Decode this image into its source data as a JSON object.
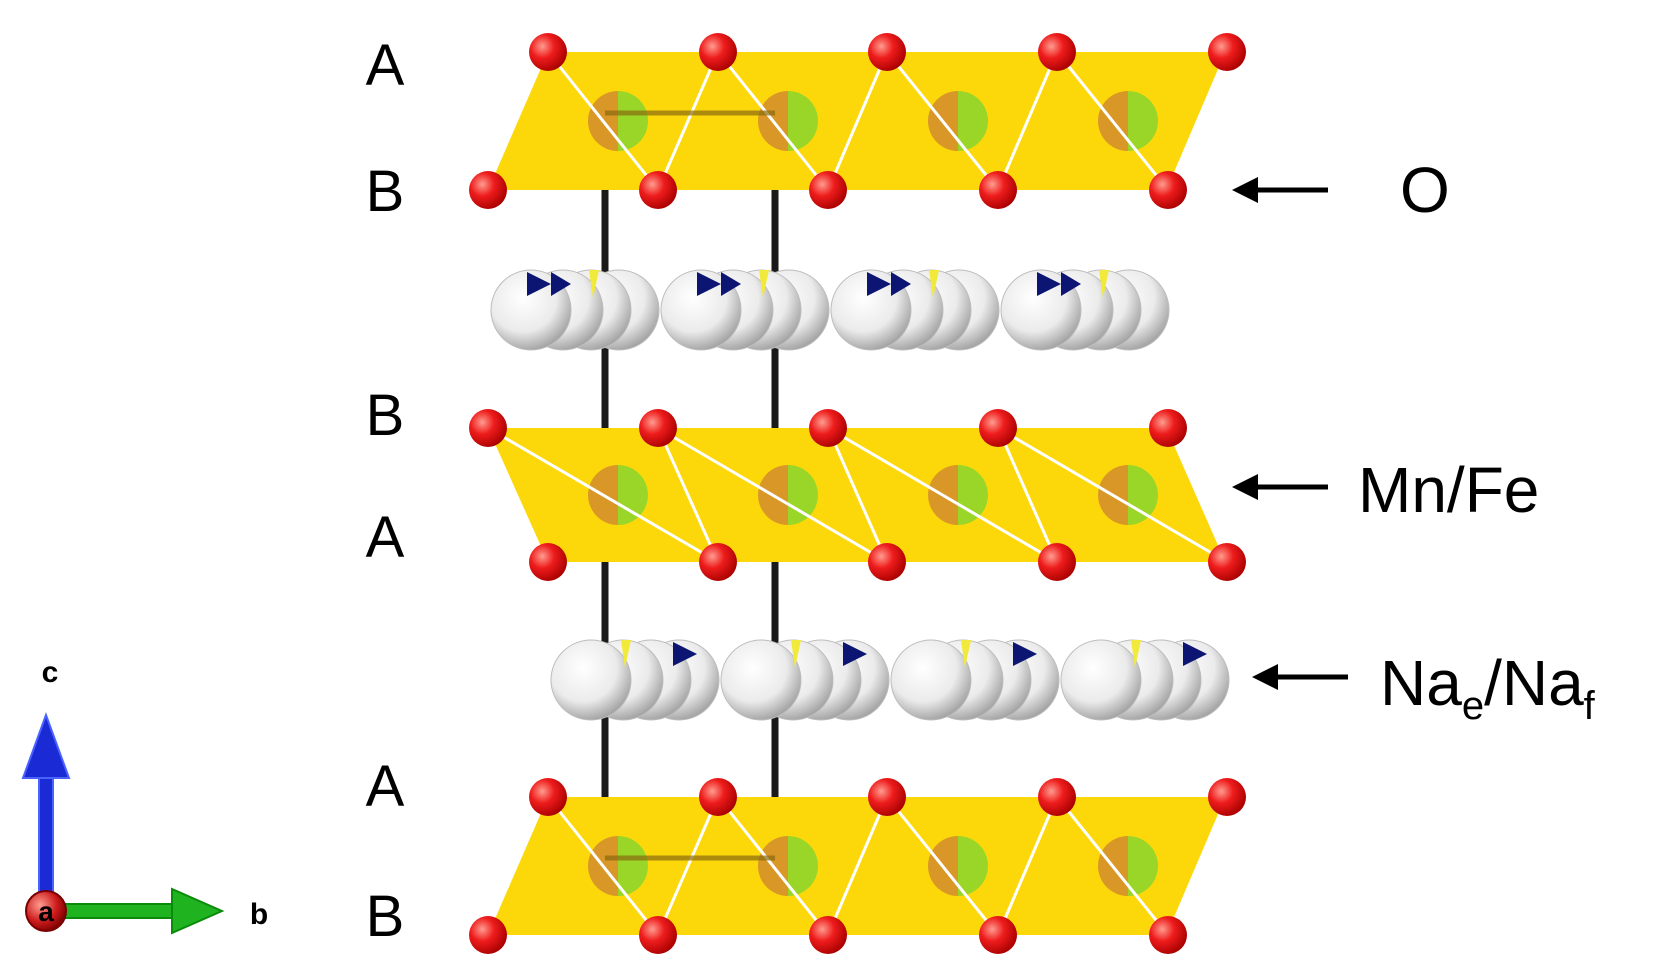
{
  "structure": {
    "stacking_labels": [
      "A",
      "B",
      "B",
      "A",
      "A",
      "B"
    ],
    "pointers": [
      {
        "label": "O"
      },
      {
        "label": "Mn/Fe"
      },
      {
        "label": {
          "base1": "Na",
          "sub1": "e",
          "sep": "/",
          "base2": "Na",
          "sub2": "f"
        }
      }
    ]
  },
  "axes": {
    "c_label": "c",
    "b_label": "b",
    "a_label": "a",
    "colors": {
      "c": "#1a2bd6",
      "b": "#1fb41f",
      "a": "#c62828"
    }
  },
  "colors": {
    "layer_fill": "#fcd80a",
    "oxygen": "#e8161a",
    "metal_left": "#d5902a",
    "metal_right": "#8fd62a",
    "sodium": "#e9e9e9",
    "sodium_marker_dark": "#0c1572",
    "sodium_marker_light": "#f2ea3a",
    "cell_edge": "#1a1a1a",
    "bond": "#ffffff"
  },
  "icons": [
    "arrow-left-icon",
    "arrow-left-icon",
    "arrow-left-icon",
    "axis-c-arrow-icon",
    "axis-b-arrow-icon"
  ]
}
